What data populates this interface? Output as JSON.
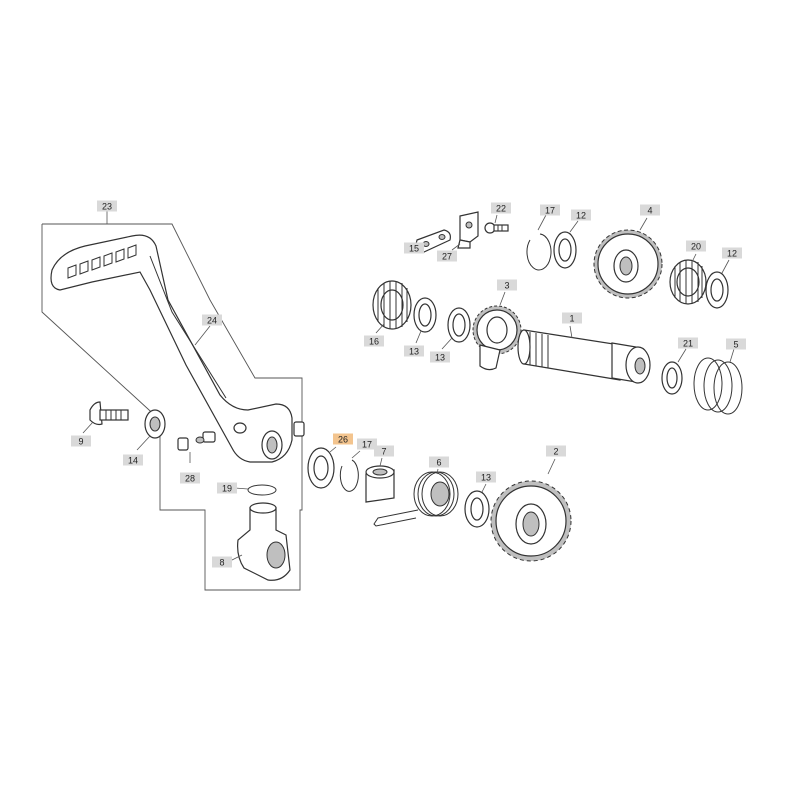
{
  "callouts": [
    {
      "id": "1",
      "label": "1",
      "highlight": false
    },
    {
      "id": "2",
      "label": "2",
      "highlight": false
    },
    {
      "id": "3",
      "label": "3",
      "highlight": false
    },
    {
      "id": "4",
      "label": "4",
      "highlight": false
    },
    {
      "id": "5",
      "label": "5",
      "highlight": false
    },
    {
      "id": "6",
      "label": "6",
      "highlight": false
    },
    {
      "id": "7",
      "label": "7",
      "highlight": false
    },
    {
      "id": "8",
      "label": "8",
      "highlight": false
    },
    {
      "id": "9",
      "label": "9",
      "highlight": false
    },
    {
      "id": "12a",
      "label": "12",
      "highlight": false
    },
    {
      "id": "12b",
      "label": "12",
      "highlight": false
    },
    {
      "id": "13a",
      "label": "13",
      "highlight": false
    },
    {
      "id": "13b",
      "label": "13",
      "highlight": false
    },
    {
      "id": "13c",
      "label": "13",
      "highlight": false
    },
    {
      "id": "14",
      "label": "14",
      "highlight": false
    },
    {
      "id": "15",
      "label": "15",
      "highlight": false
    },
    {
      "id": "16",
      "label": "16",
      "highlight": false
    },
    {
      "id": "17a",
      "label": "17",
      "highlight": false
    },
    {
      "id": "17b",
      "label": "17",
      "highlight": false
    },
    {
      "id": "19",
      "label": "19",
      "highlight": false
    },
    {
      "id": "20",
      "label": "20",
      "highlight": false
    },
    {
      "id": "21",
      "label": "21",
      "highlight": false
    },
    {
      "id": "22",
      "label": "22",
      "highlight": false
    },
    {
      "id": "23",
      "label": "23",
      "highlight": false
    },
    {
      "id": "24",
      "label": "24",
      "highlight": false
    },
    {
      "id": "26",
      "label": "26",
      "highlight": true
    },
    {
      "id": "27",
      "label": "27",
      "highlight": false
    },
    {
      "id": "28",
      "label": "28",
      "highlight": false
    }
  ],
  "colors": {
    "highlight": "#f3c48e",
    "label_bg": "#d9d9d9",
    "line": "#333333"
  }
}
